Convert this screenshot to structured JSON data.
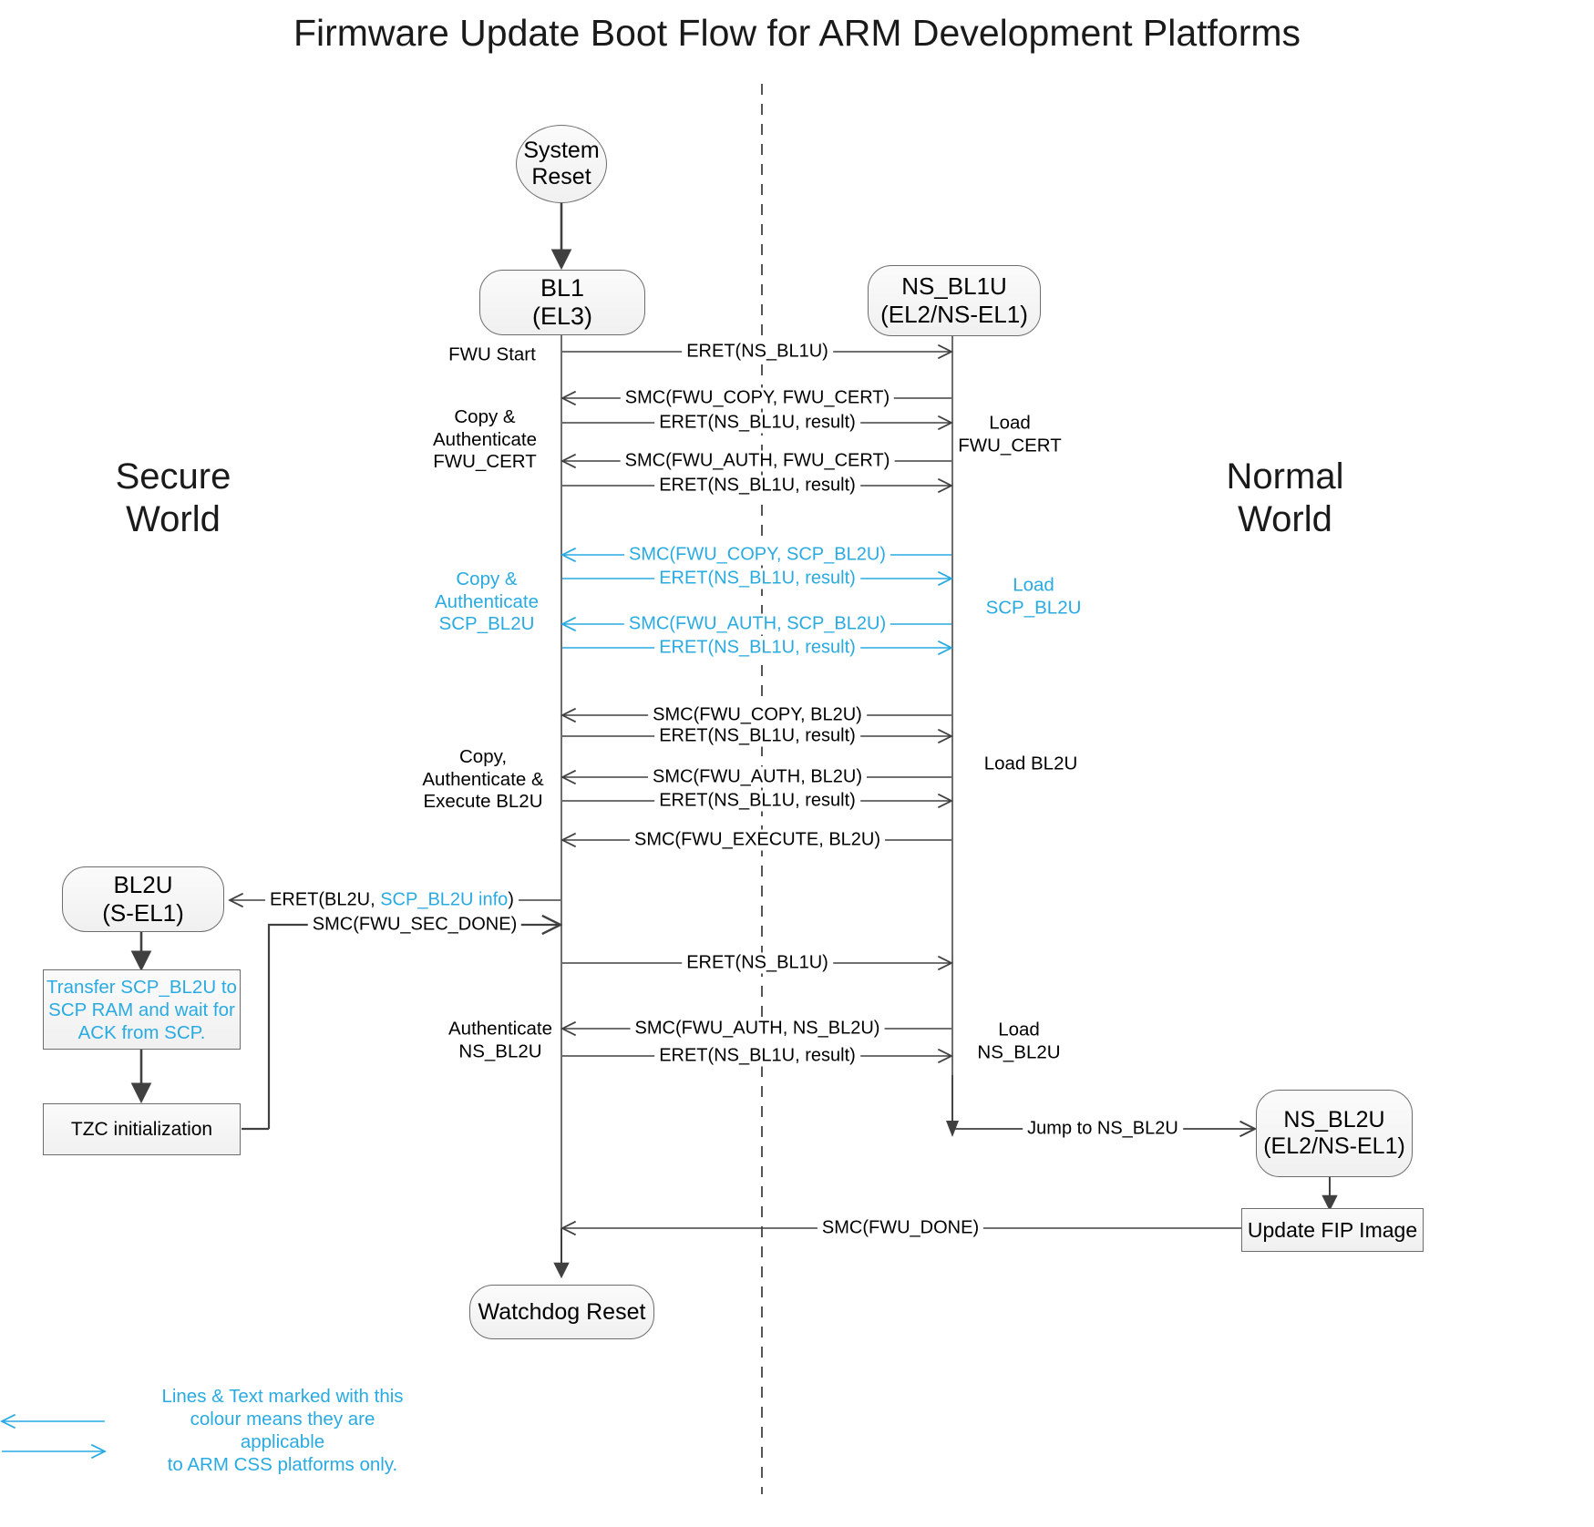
{
  "title": "Firmware Update Boot Flow for ARM Development Platforms",
  "worlds": {
    "secure": "Secure\nWorld",
    "normal": "Normal\nWorld"
  },
  "colors": {
    "accent_blue": "#29ABE2",
    "line": "#404040",
    "node_border": "#6d6d6d",
    "node_fill": "#f4f4f4",
    "text": "#000000"
  },
  "nodes": {
    "system_reset": {
      "line1": "System",
      "line2": "Reset"
    },
    "bl1": {
      "line1": "BL1",
      "line2": "(EL3)"
    },
    "ns_bl1u": {
      "line1": "NS_BL1U",
      "line2": "(EL2/NS-EL1)"
    },
    "bl2u": {
      "line1": "BL2U",
      "line2": "(S-EL1)"
    },
    "transfer_box": {
      "text": "Transfer SCP_BL2U to\nSCP RAM and wait for\nACK from SCP."
    },
    "tzc_box": {
      "text": "TZC initialization"
    },
    "ns_bl2u": {
      "line1": "NS_BL2U",
      "line2": "(EL2/NS-EL1)"
    },
    "update_fip": {
      "text": "Update FIP Image"
    },
    "watchdog": {
      "text": "Watchdog Reset"
    }
  },
  "messages": [
    {
      "id": "m1",
      "text": "ERET(NS_BL1U)",
      "blue": false
    },
    {
      "id": "m2",
      "text": "SMC(FWU_COPY, FWU_CERT)",
      "blue": false
    },
    {
      "id": "m3",
      "text": "ERET(NS_BL1U, result)",
      "blue": false
    },
    {
      "id": "m4",
      "text": "SMC(FWU_AUTH, FWU_CERT)",
      "blue": false
    },
    {
      "id": "m5",
      "text": "ERET(NS_BL1U, result)",
      "blue": false
    },
    {
      "id": "m6",
      "text": "SMC(FWU_COPY, SCP_BL2U)",
      "blue": true
    },
    {
      "id": "m7",
      "text": "ERET(NS_BL1U, result)",
      "blue": true
    },
    {
      "id": "m8",
      "text": "SMC(FWU_AUTH, SCP_BL2U)",
      "blue": true
    },
    {
      "id": "m9",
      "text": "ERET(NS_BL1U, result)",
      "blue": true
    },
    {
      "id": "m10",
      "text": "SMC(FWU_COPY, BL2U)",
      "blue": false
    },
    {
      "id": "m11",
      "text": "ERET(NS_BL1U, result)",
      "blue": false
    },
    {
      "id": "m12",
      "text": "SMC(FWU_AUTH, BL2U)",
      "blue": false
    },
    {
      "id": "m13",
      "text": "ERET(NS_BL1U, result)",
      "blue": false
    },
    {
      "id": "m14",
      "text": "SMC(FWU_EXECUTE, BL2U)",
      "blue": false
    },
    {
      "id": "m15",
      "text": "SMC(FWU_SEC_DONE)",
      "blue": false
    },
    {
      "id": "m16",
      "text": "ERET(NS_BL1U)",
      "blue": false
    },
    {
      "id": "m17",
      "text": "SMC(FWU_AUTH, NS_BL2U)",
      "blue": false
    },
    {
      "id": "m18",
      "text": "ERET(NS_BL1U, result)",
      "blue": false
    },
    {
      "id": "m19",
      "text": "Jump to NS_BL2U",
      "blue": false
    },
    {
      "id": "m20",
      "text": "SMC(FWU_DONE)",
      "blue": false
    }
  ],
  "eret_bl2u": {
    "prefix": "ERET(BL2U, ",
    "blue_part": "SCP_BL2U info",
    "suffix": ")"
  },
  "left_annotations": [
    {
      "id": "a1",
      "text": "FWU Start",
      "blue": false
    },
    {
      "id": "a2",
      "text": "Copy &\nAuthenticate\nFWU_CERT",
      "blue": false
    },
    {
      "id": "a3",
      "text": "Copy &\nAuthenticate\nSCP_BL2U",
      "blue": true
    },
    {
      "id": "a4",
      "text": "Copy,\nAuthenticate &\nExecute BL2U",
      "blue": false
    },
    {
      "id": "a5",
      "text": "Authenticate\nNS_BL2U",
      "blue": false
    }
  ],
  "right_annotations": [
    {
      "id": "r1",
      "text": "Load\nFWU_CERT",
      "blue": false
    },
    {
      "id": "r2",
      "text": "Load\nSCP_BL2U",
      "blue": true
    },
    {
      "id": "r3",
      "text": "Load BL2U",
      "blue": false
    },
    {
      "id": "r4",
      "text": "Load\nNS_BL2U",
      "blue": false
    }
  ],
  "legend": {
    "text": "Lines & Text marked with this\ncolour means they are applicable\nto ARM CSS platforms only."
  }
}
